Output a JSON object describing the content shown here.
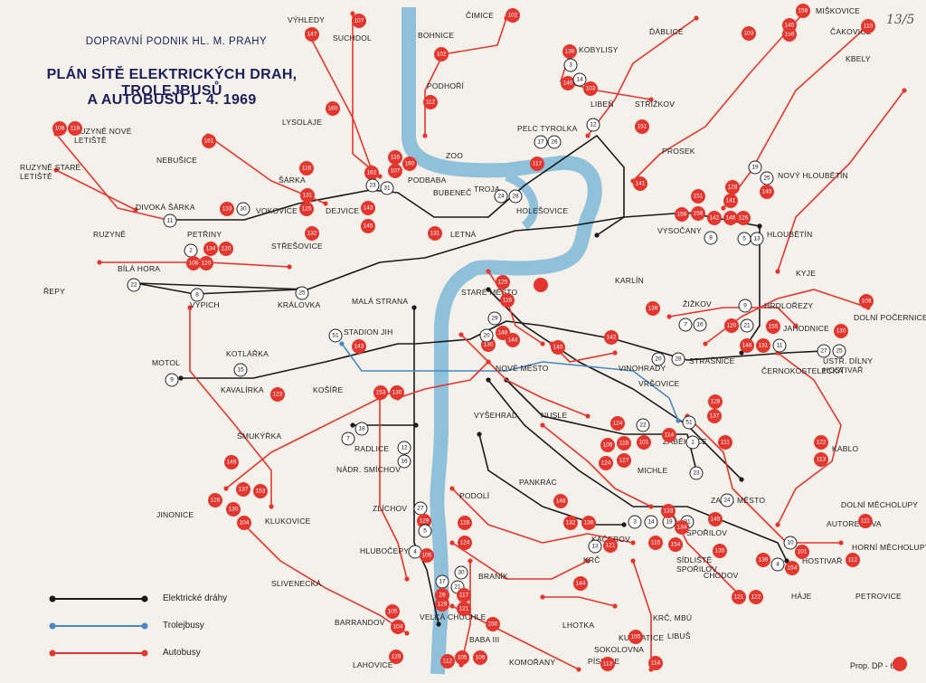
{
  "header": {
    "org": "DOPRAVNÍ PODNIK HL. M. PRAHY",
    "title_line1": "PLÁN SÍTĚ ELEKTRICKÝCH DRAH, TROLEJBUSŮ",
    "title_line2": "A AUTOBUSŮ  1. 4. 1969"
  },
  "corner_note": "13/5",
  "footnote": "Prop. DP - 68",
  "legend": [
    {
      "label": "Elektrické dráhy",
      "color": "#1a1a1a"
    },
    {
      "label": "Trolejbusy",
      "color": "#4a86c0"
    },
    {
      "label": "Autobusy",
      "color": "#e2362f"
    }
  ],
  "colors": {
    "tram": "#1a1a1a",
    "trolley": "#4a86c0",
    "bus": "#e2362f",
    "river": "#8fc1da",
    "background": "#f4f1ea"
  },
  "places": [
    "VÝHLEDY",
    "SUCHDOL",
    "BOHNICE",
    "ČIMICE",
    "ĎÁBLICE",
    "MIŠKOVICE",
    "ČAKOVICE",
    "KBELY",
    "KOBYLISY",
    "PODHOŘÍ",
    "STŘÍŽKOV",
    "LIBEŇ",
    "PELC TYROLKA",
    "ZOO",
    "LYSOLAJE",
    "RUZYNĚ NOVÉ LETIŠTĚ",
    "NEBUŠICE",
    "ŠÁRKA",
    "RUZYNĚ STARÉ LETIŠTĚ",
    "PODBABA",
    "BUBENEČ",
    "PROSEK",
    "NOVÝ HLOUBĚTÍN",
    "DIVOKÁ ŠÁRKA",
    "VOKOVICE",
    "DEJVICE",
    "TROJA",
    "HOLEŠOVICE",
    "RUZYNĚ",
    "PETŘINY",
    "LETNÁ",
    "VYSOČANY",
    "HLOUBĚTÍN",
    "STŘEŠOVICE",
    "BÍLÁ HORA",
    "KYJE",
    "ŘEPY",
    "VÝPICH",
    "KARLÍN",
    "KRÁLOVKA",
    "MALÁ STRANA",
    "STARÉ MĚSTO",
    "ŽIŽKOV",
    "HRDLOŘEZY",
    "DOLNÍ POČERNICE",
    "JAHODNICE",
    "STADION JIH",
    "MOTOL",
    "KOTLÁŘKA",
    "NOVÉ MĚSTO",
    "VINOHRADY",
    "STRAŠNICE",
    "ÚSTŘ. DÍLNY HOSTIVAŘ",
    "ČERNOKOSTELECKÁ",
    "KAVALÍRKA",
    "KOŠÍŘE",
    "VRŠOVICE",
    "VYŠEHRAD",
    "NUSLE",
    "ŠMUKÝŘKA",
    "RADLICE",
    "KABLO",
    "MICHLE",
    "ZÁBĚHLICE",
    "NÁDR. SMÍCHOV",
    "PANKRÁC",
    "ZAHR. MĚSTO",
    "JINONICE",
    "PODOLÍ",
    "DOLNÍ MĚCHOLUPY",
    "KLUKOVICE",
    "ZLÍCHOV",
    "SPOŘILOV",
    "AUTORENOVA",
    "HLUBOČEPY",
    "KAČEROV",
    "KRČ",
    "SÍDLIŠTĚ SPOŘILOV",
    "HOSTIVAŘ",
    "HORNÍ MĚCHOLUPY",
    "SLIVENECKÁ",
    "BRANÍK",
    "CHODOV",
    "HÁJE",
    "PETROVICE",
    "LHOTKA",
    "KRČ, MBÚ",
    "BARRANDOV",
    "VELKÁ CHUCHLE",
    "LIBUŠ",
    "KUNRATICE",
    "BABA III",
    "SOKOLOVNA",
    "LAHOVICE",
    "KOMOŘANY",
    "PÍSNICE"
  ]
}
